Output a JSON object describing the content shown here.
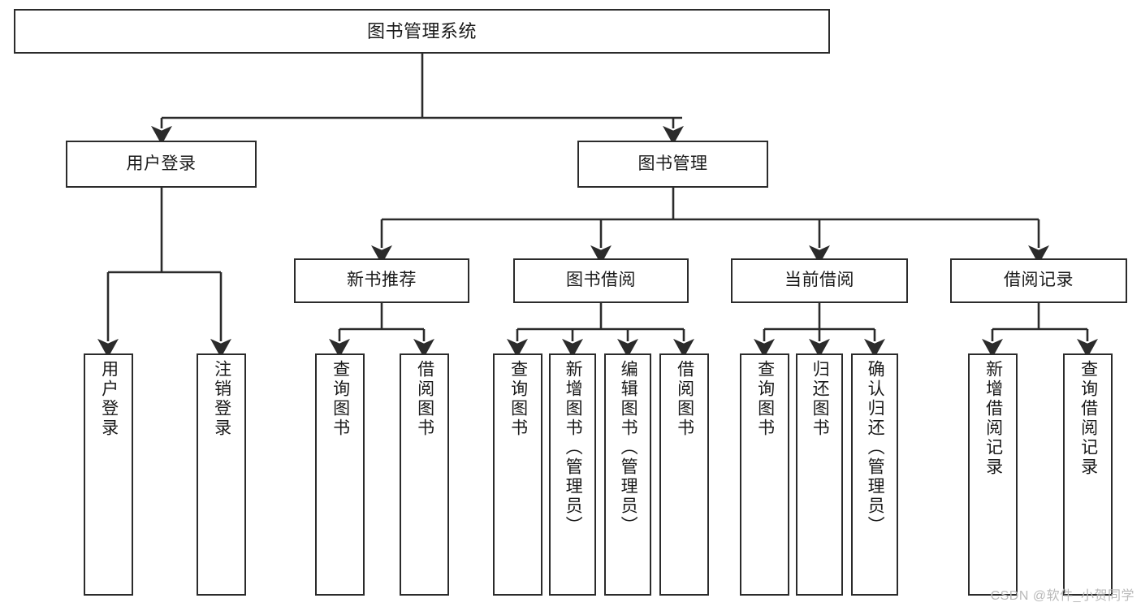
{
  "diagram": {
    "title": "图书管理系统",
    "type": "hierarchy-flowchart",
    "colors": {
      "stroke": "#2b2b2b",
      "fill": "#ffffff",
      "text": "#1a1a1a",
      "watermark": "#b9b9b9"
    },
    "root": {
      "label": "图书管理系统"
    },
    "level2": [
      {
        "label": "用户登录"
      },
      {
        "label": "图书管理"
      }
    ],
    "level3": [
      {
        "label": "新书推荐"
      },
      {
        "label": "图书借阅"
      },
      {
        "label": "当前借阅"
      },
      {
        "label": "借阅记录"
      }
    ],
    "leaves": {
      "user_login": [
        {
          "label": "用户登录"
        },
        {
          "label": "注销登录"
        }
      ],
      "new_book_recommend": [
        {
          "label": "查询图书"
        },
        {
          "label": "借阅图书"
        }
      ],
      "book_borrow": [
        {
          "label": "查询图书"
        },
        {
          "label": "新增图书（管理员）"
        },
        {
          "label": "编辑图书（管理员）"
        },
        {
          "label": "借阅图书"
        }
      ],
      "current_borrow": [
        {
          "label": "查询图书"
        },
        {
          "label": "归还图书"
        },
        {
          "label": "确认归还（管理员）"
        }
      ],
      "borrow_record": [
        {
          "label": "新增借阅记录"
        },
        {
          "label": "查询借阅记录"
        }
      ]
    }
  },
  "watermark": {
    "text": "CSDN @软件_小贺同学"
  }
}
